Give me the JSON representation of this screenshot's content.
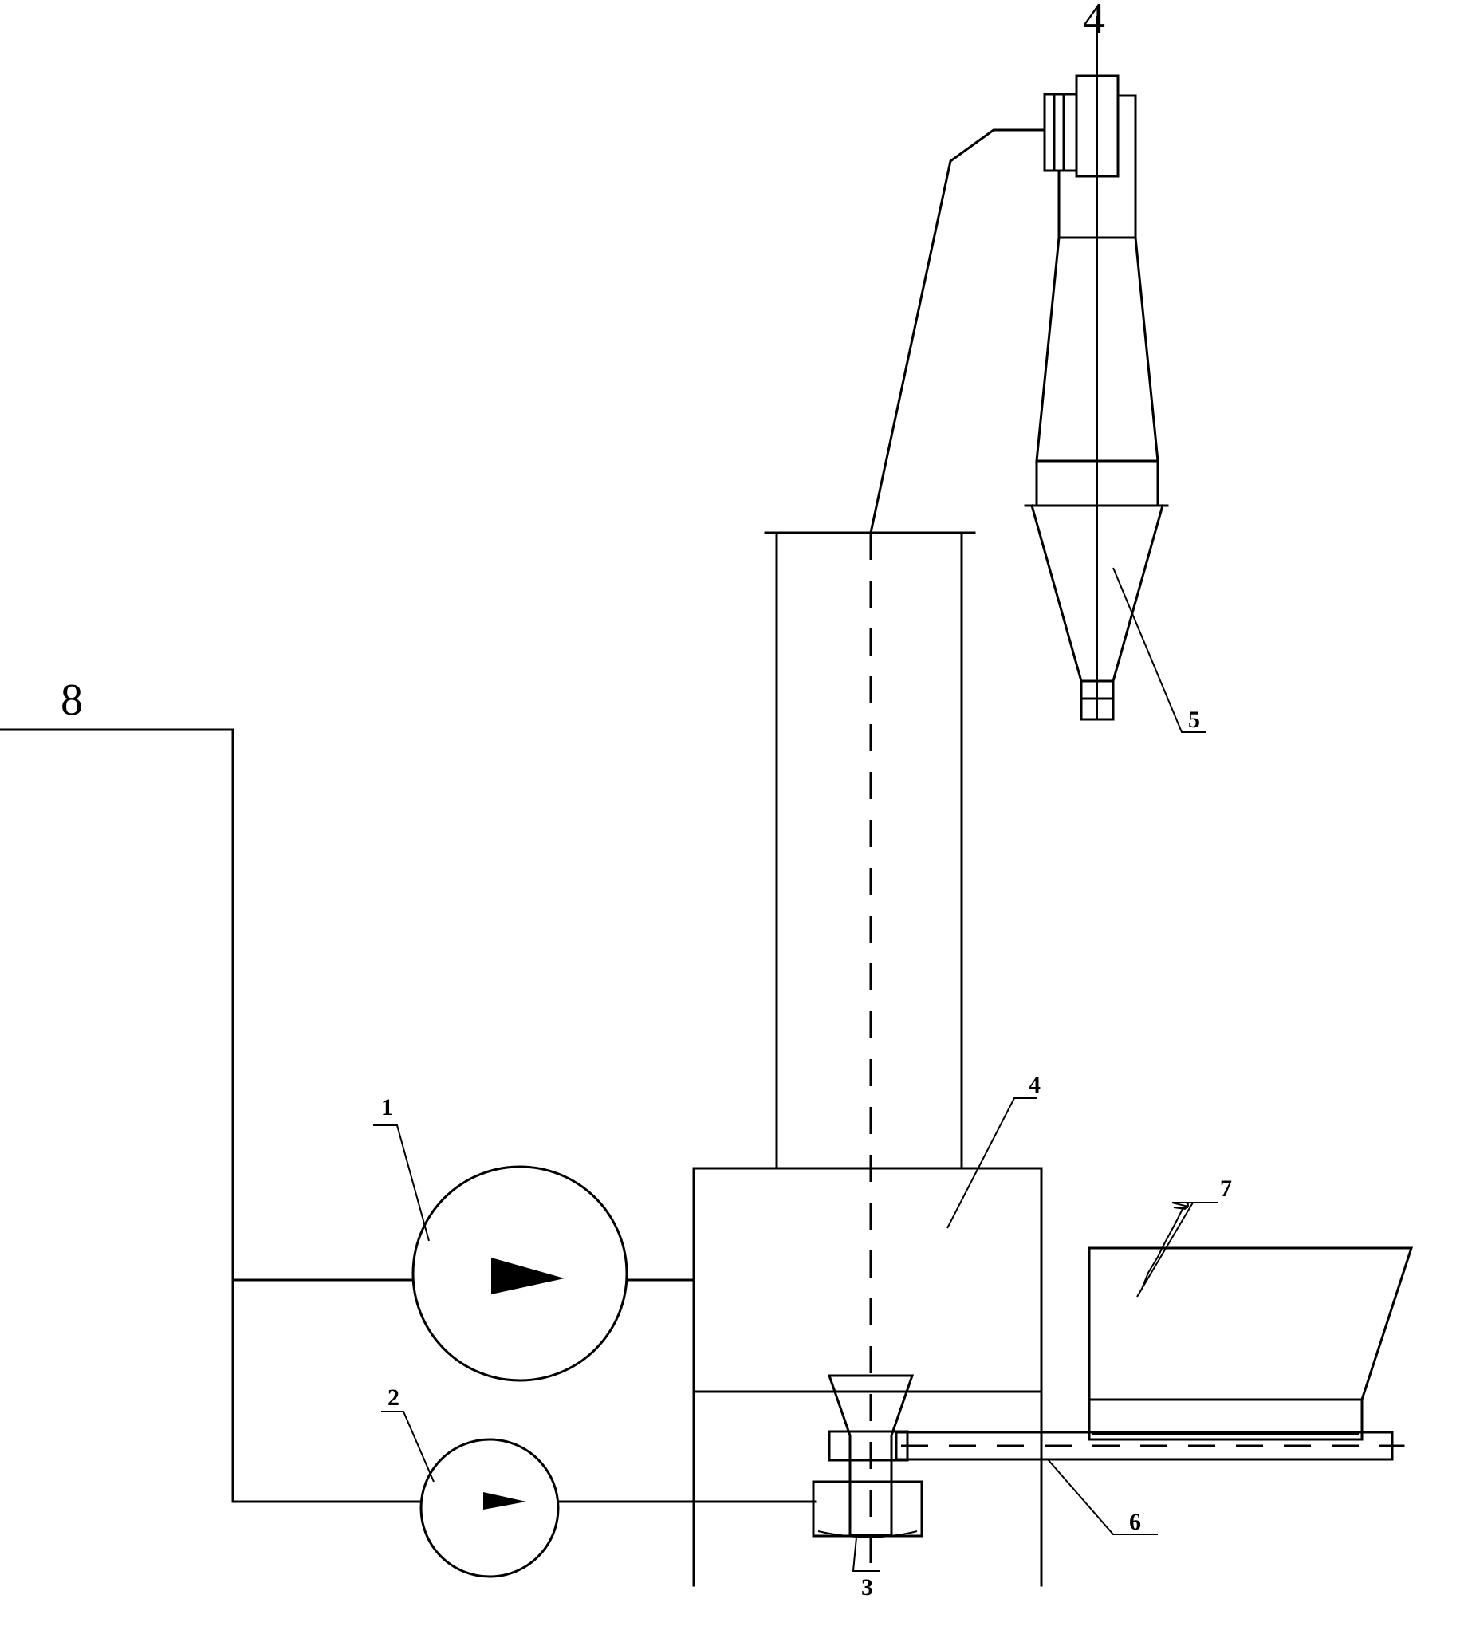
{
  "labels": {
    "fan_main": "1",
    "fan_aux": "2",
    "feeder_nozzle": "3",
    "drying_chamber": "4",
    "cyclone": "5",
    "screw_conveyor": "6",
    "hopper": "7",
    "air_inlet": "8",
    "top_axis": "4"
  }
}
